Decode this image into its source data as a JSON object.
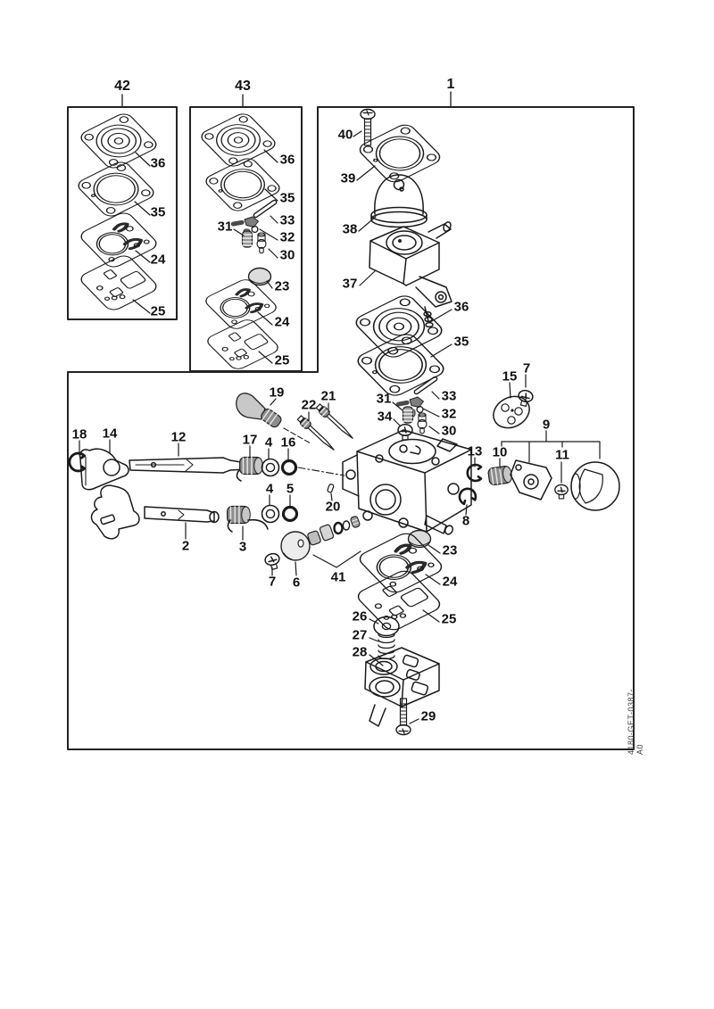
{
  "page": {
    "document_code": "4180-GET-0387-A0"
  },
  "kit_42": {
    "label": "42",
    "callouts": [
      "36",
      "35",
      "24",
      "25"
    ]
  },
  "kit_43": {
    "label": "43",
    "callouts": [
      "36",
      "35",
      "33",
      "32",
      "31",
      "30",
      "23",
      "24",
      "25"
    ]
  },
  "assembly_1": {
    "label": "1",
    "pump_section": [
      "40",
      "39",
      "38",
      "37",
      "36",
      "35"
    ],
    "metering_section": [
      "33",
      "32",
      "31",
      "34",
      "30"
    ],
    "adjuster_section": [
      "15",
      "7",
      "9",
      "10",
      "11",
      "13",
      "8"
    ],
    "body_section": [
      "21",
      "22",
      "20"
    ],
    "bottom_section": [
      "23",
      "24",
      "25",
      "26",
      "27",
      "28",
      "29"
    ]
  },
  "controls": {
    "callouts": [
      "18",
      "14",
      "12",
      "17",
      "4",
      "16",
      "19",
      "4",
      "5",
      "2",
      "3",
      "7",
      "6",
      "41"
    ]
  }
}
